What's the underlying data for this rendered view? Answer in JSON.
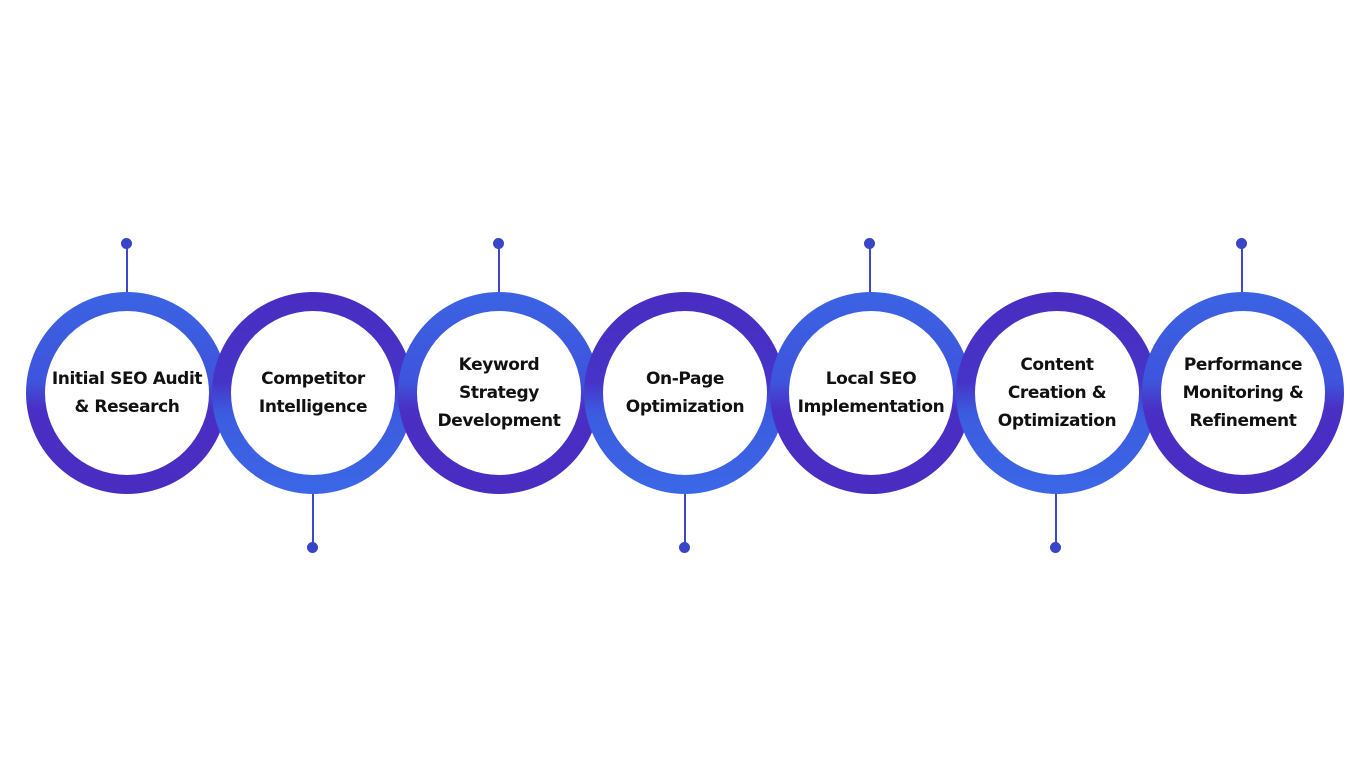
{
  "colors": {
    "ring_blue": "#3b66e5",
    "ring_purple": "#4a2cc1",
    "connector": "#3f48cc",
    "label_text": "#111111",
    "background": "#ffffff"
  },
  "steps": [
    {
      "label": "Initial SEO Audit\n& Research",
      "connector": "top"
    },
    {
      "label": "Competitor\nIntelligence",
      "connector": "bottom"
    },
    {
      "label": "Keyword\nStrategy\nDevelopment",
      "connector": "top"
    },
    {
      "label": "On-Page\nOptimization",
      "connector": "bottom"
    },
    {
      "label": "Local SEO\nImplementation",
      "connector": "top"
    },
    {
      "label": "Content\nCreation &\nOptimization",
      "connector": "bottom"
    },
    {
      "label": "Performance\nMonitoring &\nRefinement",
      "connector": "top"
    }
  ]
}
